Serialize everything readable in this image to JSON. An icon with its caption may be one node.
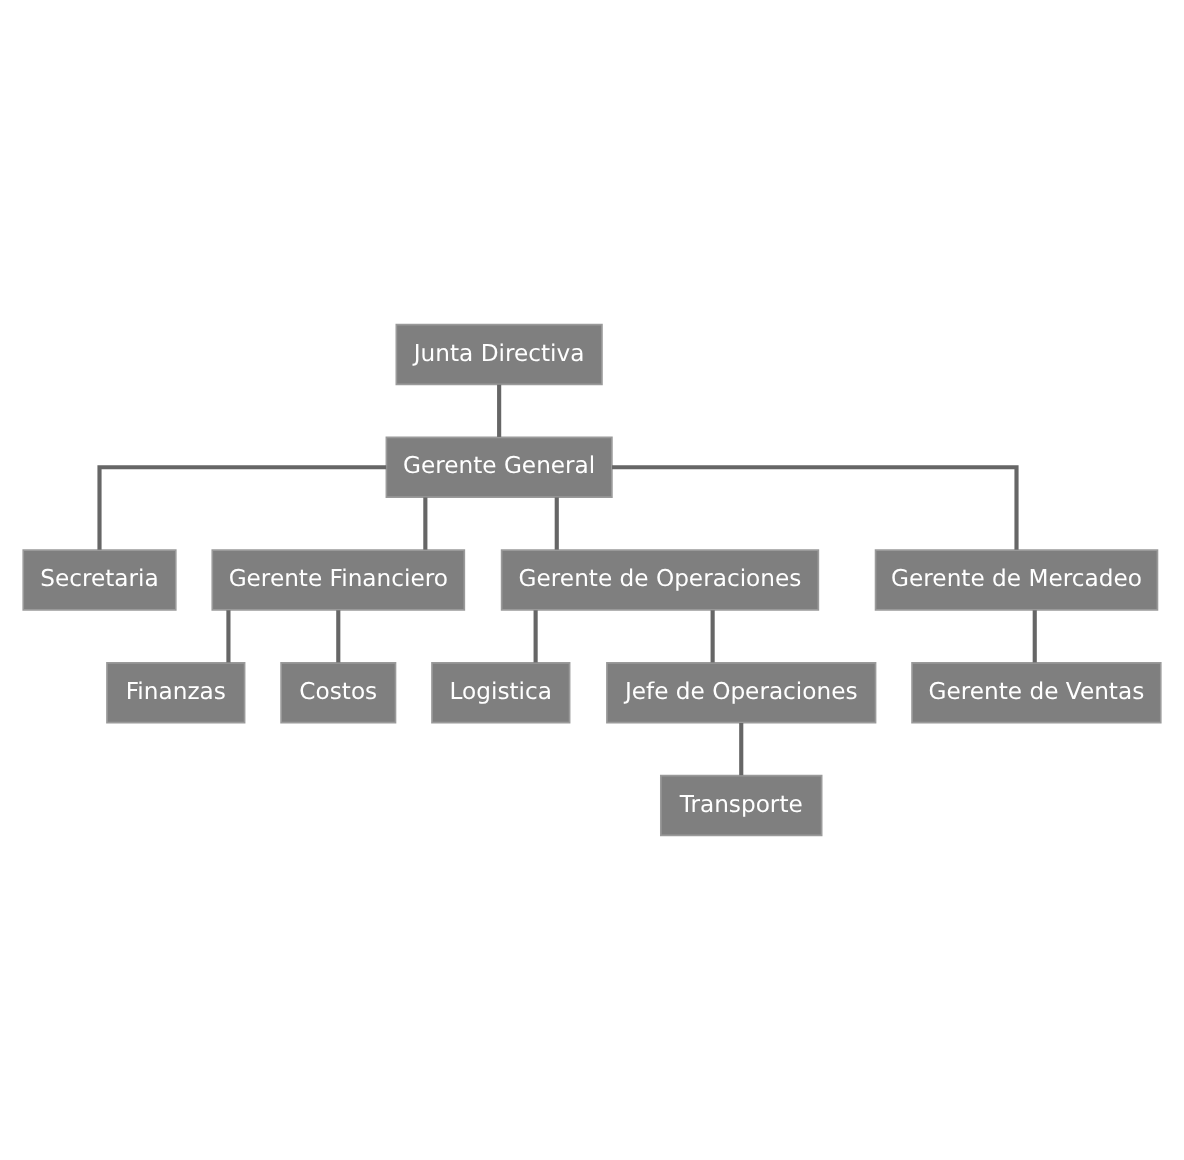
{
  "diagram": {
    "nodes": [
      {
        "text": [
          "Junta Directiva"
        ]
      },
      {
        "text": [
          "Gerente General"
        ]
      },
      {
        "text": [
          "Secretaria"
        ]
      },
      {
        "text": [
          "Gerente Financiero"
        ]
      },
      {
        "text": [
          "Gerente de Operaciones"
        ]
      },
      {
        "text": [
          "Gerente de Mercadeo"
        ]
      },
      {
        "text": [
          "Finanzas"
        ]
      },
      {
        "text": [
          "Logistica"
        ]
      },
      {
        "text": [
          "Jefe de Operaciones"
        ]
      },
      {
        "text": [
          "Gerente de Ventas"
        ]
      },
      {
        "text": [
          "Costos"
        ]
      },
      {
        "text": [
          "Transporte"
        ]
      }
    ],
    "edges": [
      {
        "from": 0,
        "to": 1,
        "arrow": "none"
      },
      {
        "from": 1,
        "to": 2,
        "arrow": "none"
      },
      {
        "from": 1,
        "to": 3,
        "arrow": "none"
      },
      {
        "from": 1,
        "to": 4,
        "arrow": "none"
      },
      {
        "from": 1,
        "to": 5,
        "arrow": "none"
      },
      {
        "from": 3,
        "to": 6,
        "arrow": "none"
      },
      {
        "from": 3,
        "to": 10,
        "arrow": "none"
      },
      {
        "from": 4,
        "to": 7,
        "arrow": "none"
      },
      {
        "from": 4,
        "to": 8,
        "arrow": "none"
      },
      {
        "from": 8,
        "to": 11,
        "arrow": "none"
      },
      {
        "from": 5,
        "to": 9,
        "arrow": "none"
      }
    ]
  }
}
